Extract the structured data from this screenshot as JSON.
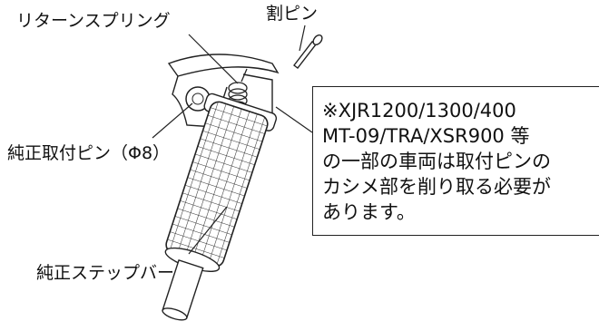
{
  "labels": {
    "return_spring": "リターンスプリング",
    "split_pin": "割ピン",
    "pivot_pin": "純正取付ピン（Φ8）",
    "step_bar": "純正ステップバー"
  },
  "note": {
    "lines": [
      "※XJR1200/1300/400",
      "MT-09/TRA/XSR900 等",
      "の一部の車両は取付ピンの",
      "カシメ部を削り取る必要が",
      "あります。"
    ]
  }
}
